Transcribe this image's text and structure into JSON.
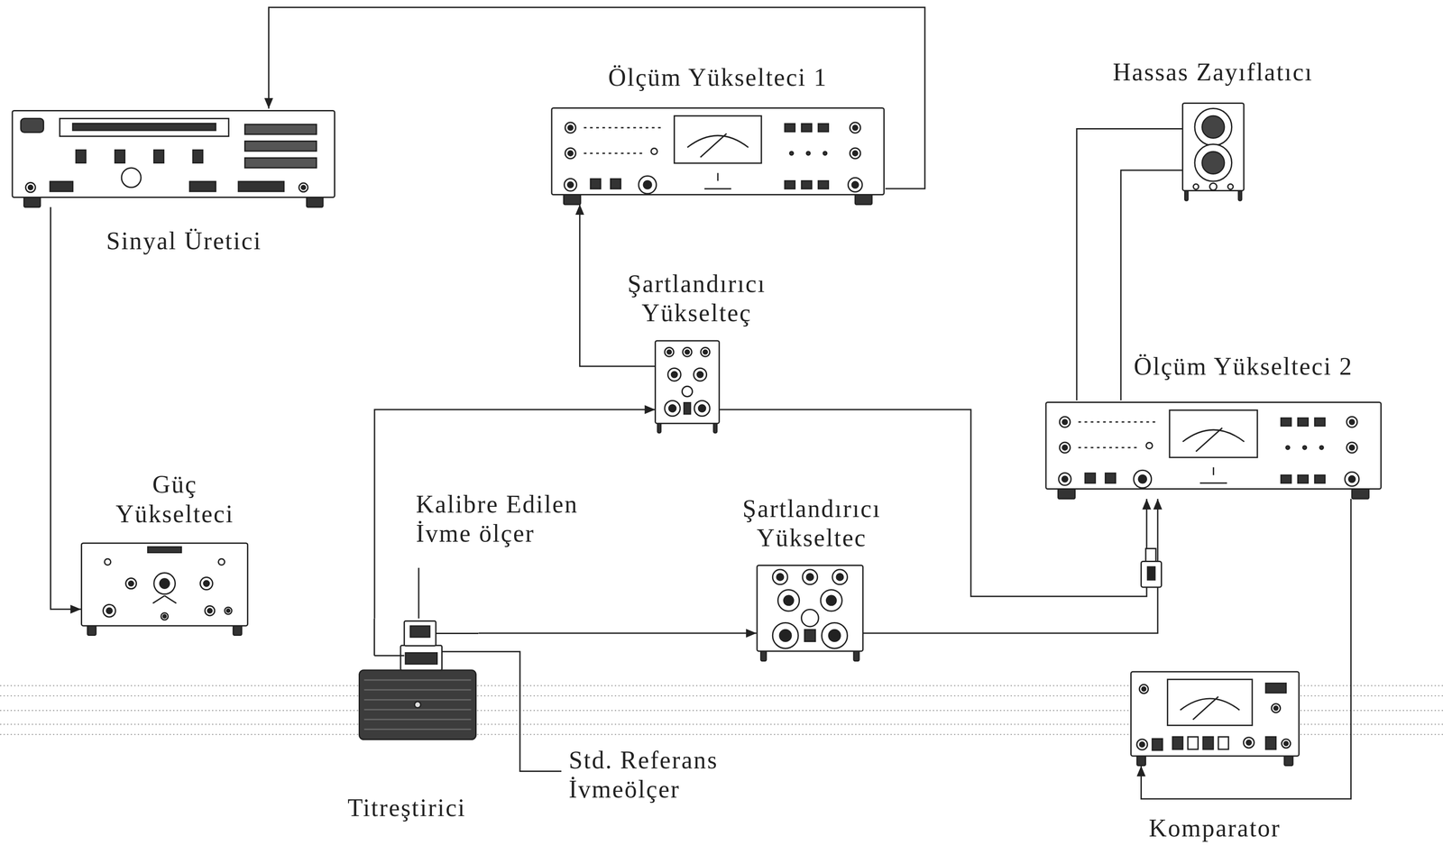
{
  "diagram": {
    "nodes": [
      {
        "text": [
          "Sinyal Üretici"
        ]
      },
      {
        "text": [
          "Ölçüm Yükselteci 1"
        ]
      },
      {
        "text": [
          "Hassas Zayıflatıcı"
        ]
      },
      {
        "text": [
          "Şartlandırıcı Yükselteç"
        ]
      },
      {
        "text": [
          "Ölçüm Yükselteci 2"
        ]
      },
      {
        "text": [
          "Güç Yükselteci"
        ]
      },
      {
        "text": [
          "Şartlandırıcı Yükseltec"
        ]
      },
      {
        "text": [
          "Titreştirici"
        ]
      },
      {
        "text": [
          "Komparator"
        ]
      }
    ],
    "edges": [
      {
        "from": 0,
        "to": 5,
        "arrow": "to"
      },
      {
        "from": 1,
        "to": 0,
        "arrow": "to"
      },
      {
        "from": 3,
        "to": 1,
        "arrow": "to"
      },
      {
        "from": 7,
        "to": 3,
        "arrow": "to"
      },
      {
        "from": 3,
        "to": 4,
        "arrow": "to"
      },
      {
        "from": 7,
        "to": 6,
        "arrow": "to"
      },
      {
        "from": 6,
        "to": 4,
        "arrow": "to"
      },
      {
        "from": 4,
        "to": 8,
        "arrow": "to"
      },
      {
        "from": 4,
        "to": 2,
        "arrow": "none"
      },
      {
        "from": 4,
        "to": 2,
        "arrow": "none"
      }
    ],
    "labels": [
      "Kalibre Edilen İvme ölçer",
      "Std. Referans İvmeölçer"
    ]
  }
}
